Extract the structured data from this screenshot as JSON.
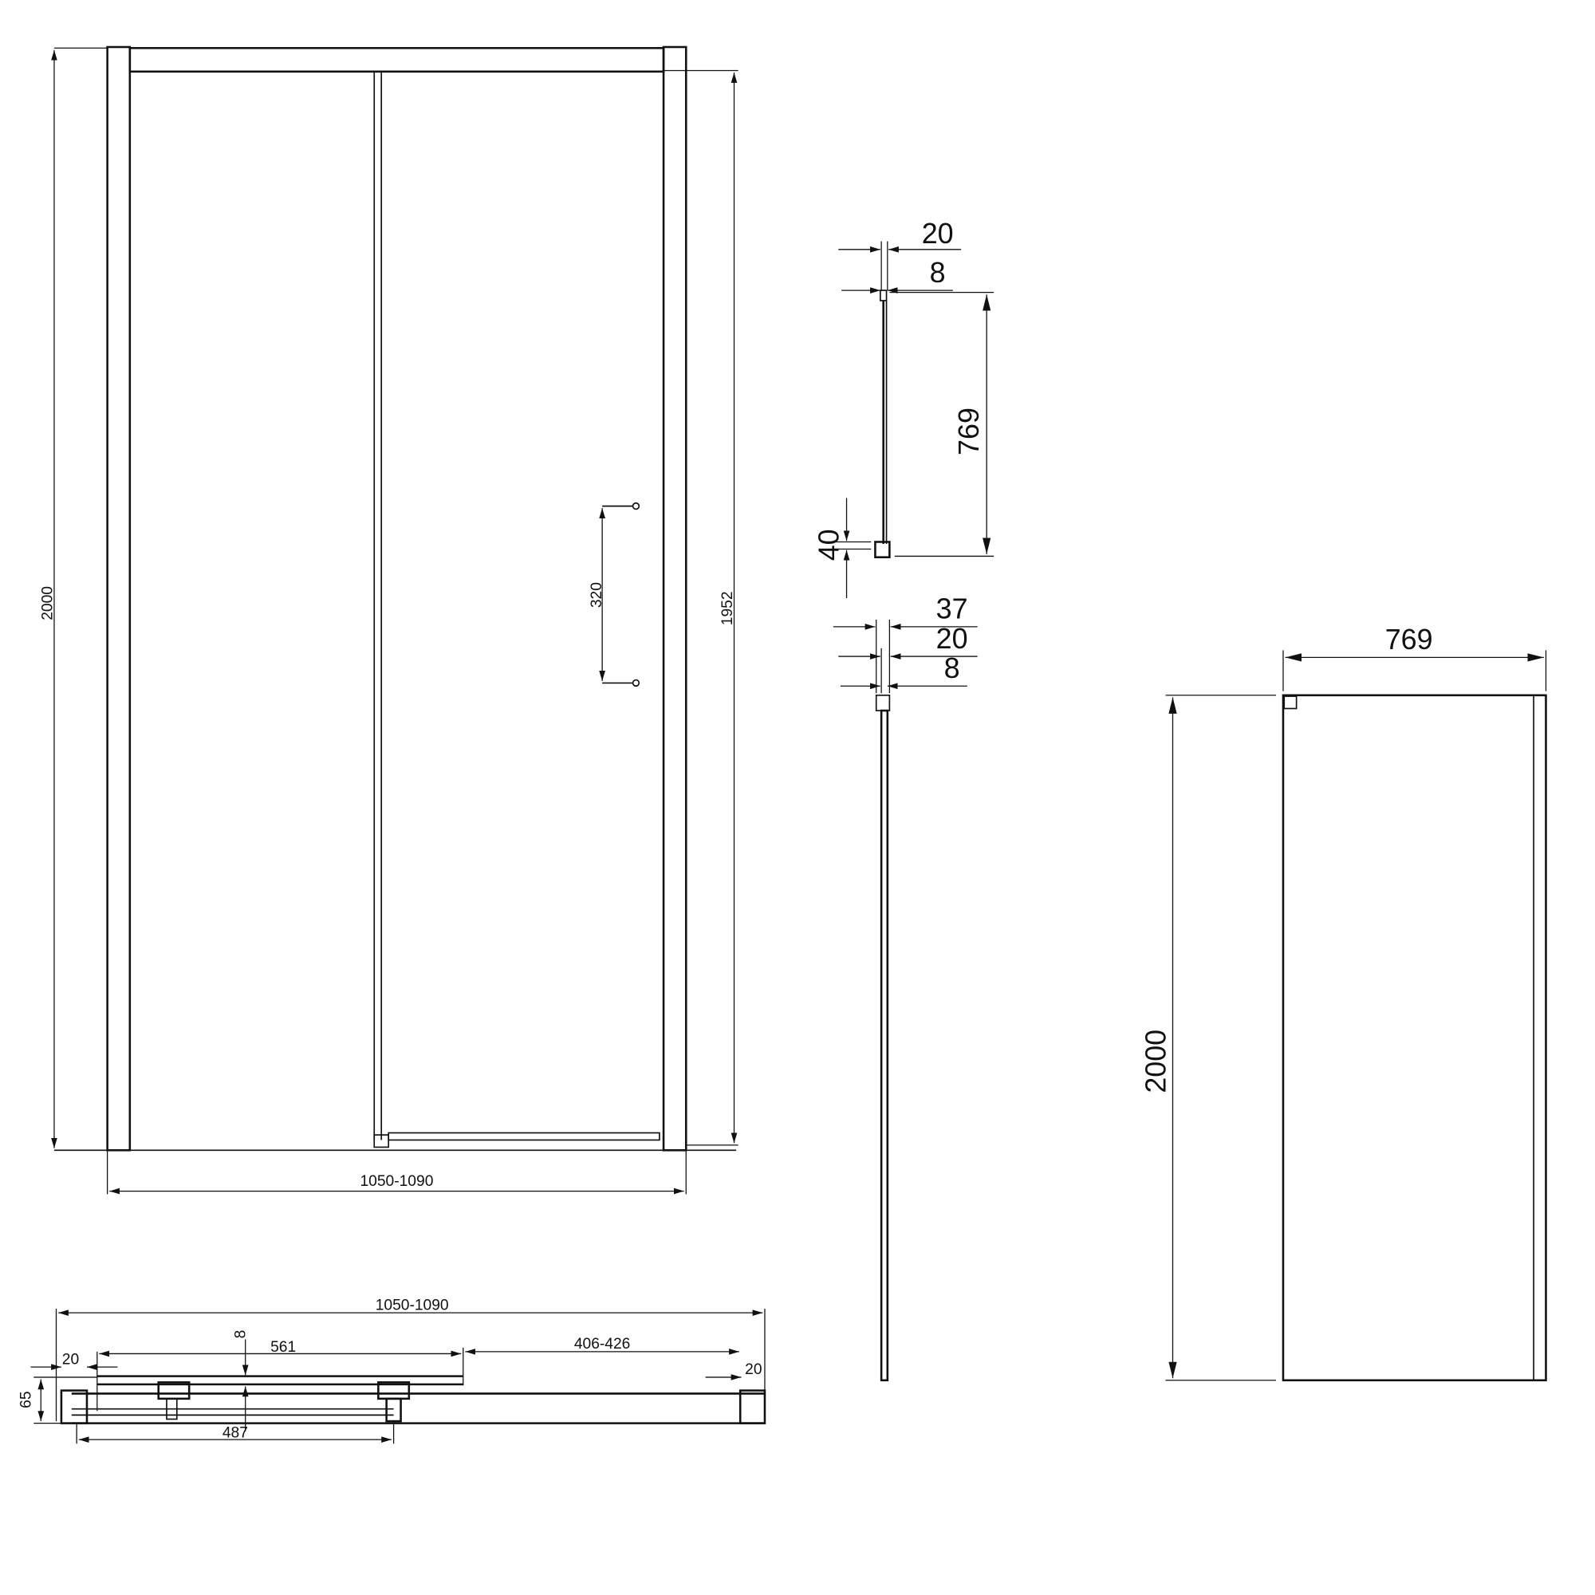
{
  "front_view": {
    "height_total": "2000",
    "height_door": "1952",
    "handle_spacing": "320",
    "width": "1050-1090"
  },
  "profile_top": {
    "width_outer": "20",
    "width_glass": "8",
    "height": "769",
    "bottom_height": "40"
  },
  "profile_bottom": {
    "width_37": "37",
    "width_20": "20",
    "width_8": "8"
  },
  "side_panel": {
    "width": "769",
    "height": "2000"
  },
  "plan_view": {
    "width": "1050-1090",
    "glass_thickness": "8",
    "door_width": "561",
    "opening": "406-426",
    "left_profile": "20",
    "right_profile": "20",
    "depth": "65",
    "fixed_width": "487"
  },
  "colors": {
    "line": "#111111",
    "background": "#ffffff"
  }
}
